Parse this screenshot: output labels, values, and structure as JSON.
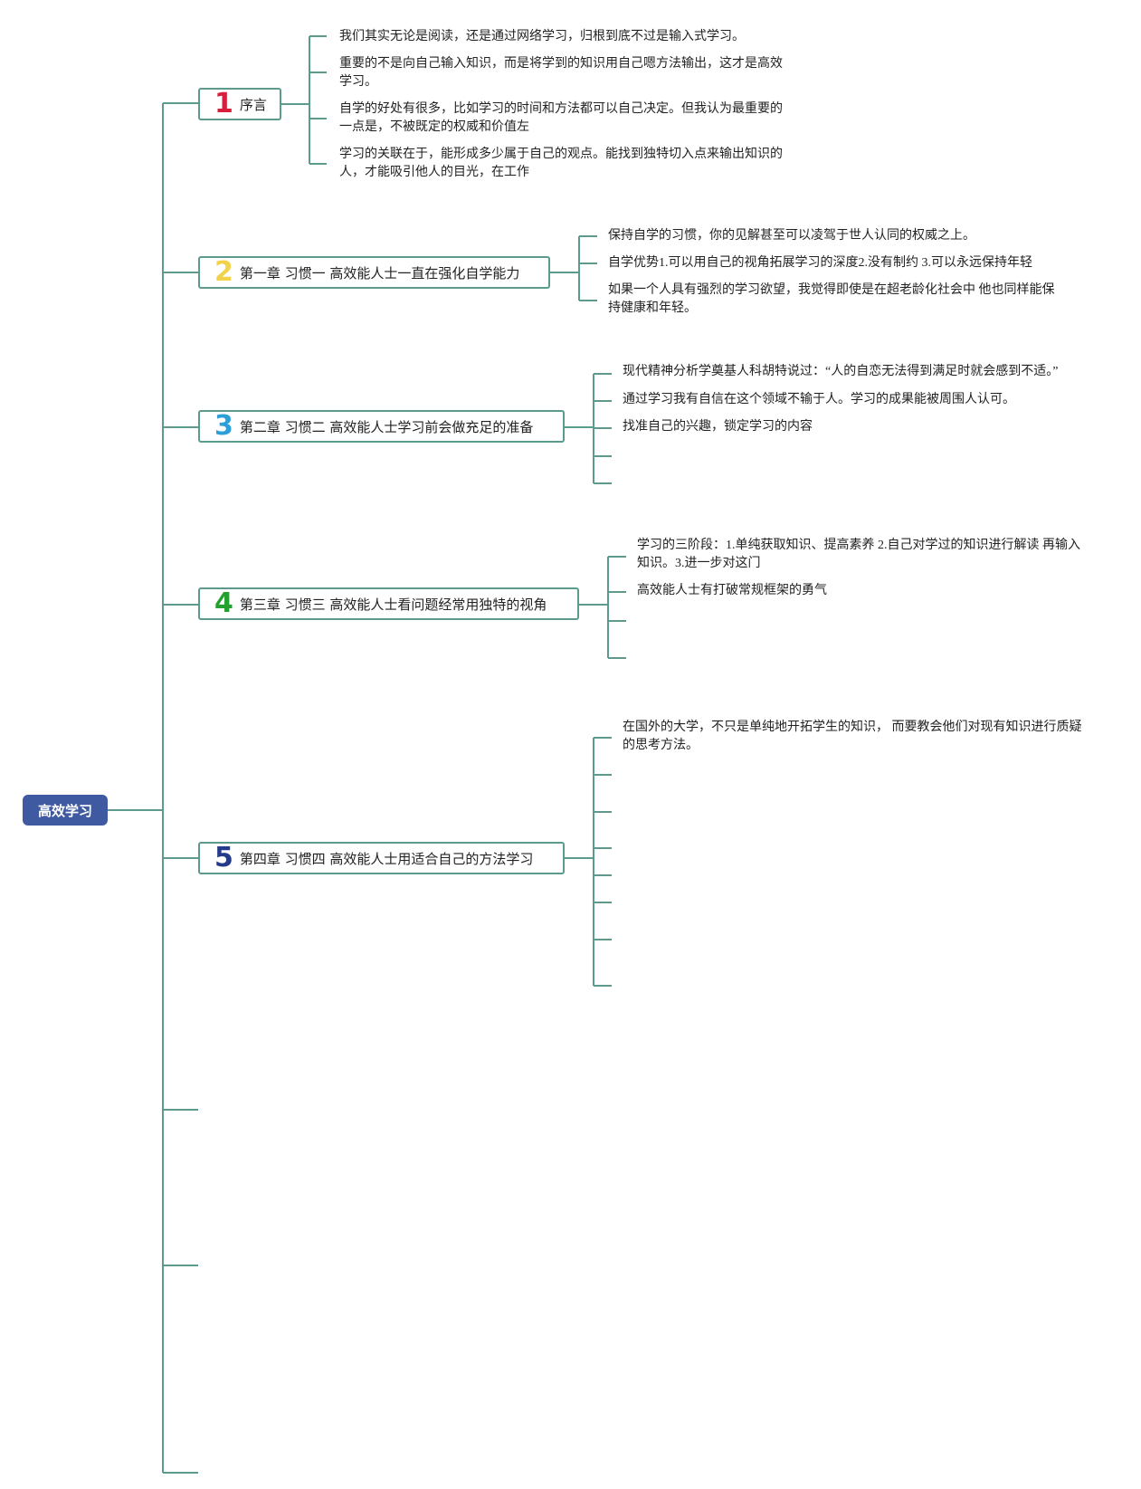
{
  "root": {
    "label": "高效学习"
  },
  "colors": {
    "line": "#5b9a8c",
    "root_bg": "#3f5aa0",
    "num_1": "#d81e3c",
    "num_2": "#f2d24b",
    "num_3": "#2d9fd8",
    "num_4": "#23a02d",
    "num_5": "#243b8a"
  },
  "topics": [
    {
      "number": "1",
      "title": "序言",
      "items": [
        "我们其实无论是阅读，还是通过网络学习，归根到底不过是输入式学习。",
        "重要的不是向自己输入知识，而是将学到的知识用自己嗯方法输出，这才是高效学习。",
        "自学的好处有很多，比如学习的时间和方法都可以自己决定。但我认为最重要的一点是，不被既定的权威和价值左",
        "学习的关联在于，能形成多少属于自己的观点。能找到独特切入点来输出知识的人，才能吸引他人的目光，在工作"
      ]
    },
    {
      "number": "2",
      "title": "第一章 习惯一 高效能人士一直在强化自学能力",
      "items": [
        "保持自学的习惯，你的见解甚至可以凌驾于世人认同的权威之上。",
        "自学优势1.可以用自己的视角拓展学习的深度2.没有制约 3.可以永远保持年轻",
        "如果一个人具有强烈的学习欲望，我觉得即使是在超老龄化社会中 他也同样能保持健康和年轻。"
      ]
    },
    {
      "number": "3",
      "title": "第二章 习惯二 高效能人士学习前会做充足的准备",
      "items": [
        "现代精神分析学奠基人科胡特说过：“人的自恋无法得到满足时就会感到不适。”",
        "通过学习我有自信在这个领域不输于人。学习的成果能被周围人认可。",
        "找准自己的兴趣，锁定学习的内容",
        "",
        ""
      ]
    },
    {
      "number": "4",
      "title": "第三章 习惯三 高效能人士看问题经常用独特的视角",
      "items": [
        "学习的三阶段：1.单纯获取知识、提高素养 2.自己对学过的知识进行解读 再输入知识。3.进一步对这门",
        "高效能人士有打破常规框架的勇气",
        "",
        ""
      ]
    },
    {
      "number": "5",
      "title": "第四章 习惯四 高效能人士用适合自己的方法学习",
      "items": [
        "在国外的大学，不只是单纯地开拓学生的知识， 而要教会他们对现有知识进行质疑的思考方法。",
        "",
        "",
        "",
        "",
        "",
        "",
        ""
      ]
    }
  ]
}
